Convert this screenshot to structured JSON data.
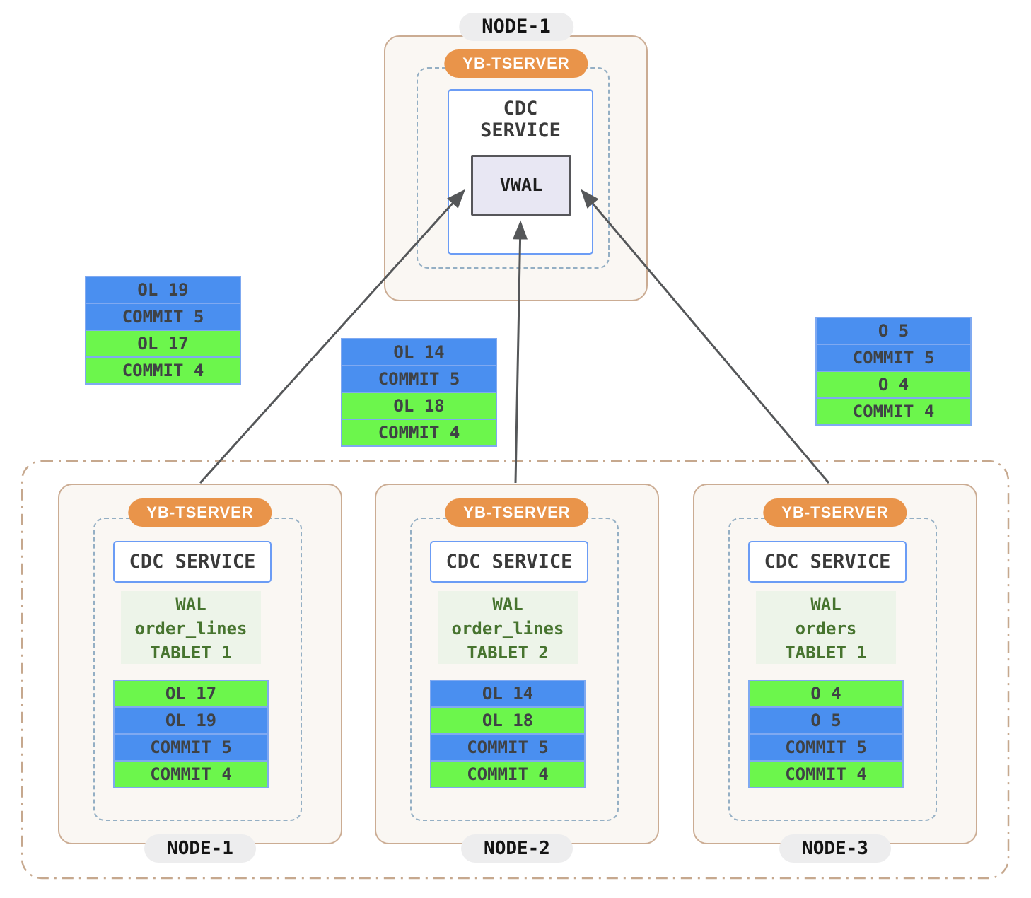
{
  "diagram": {
    "top_node": {
      "label": "NODE-1",
      "tserver_badge": "YB-TSERVER",
      "cdc_line1": "CDC",
      "cdc_line2": "SERVICE",
      "vwal_label": "VWAL"
    },
    "floating_stacks": {
      "left": {
        "rows": [
          {
            "label": "OL 19",
            "color": "blue"
          },
          {
            "label": "COMMIT 5",
            "color": "blue"
          },
          {
            "label": "OL 17",
            "color": "green"
          },
          {
            "label": "COMMIT 4",
            "color": "green"
          }
        ]
      },
      "center": {
        "rows": [
          {
            "label": "OL 14",
            "color": "blue"
          },
          {
            "label": "COMMIT 5",
            "color": "blue"
          },
          {
            "label": "OL 18",
            "color": "green"
          },
          {
            "label": "COMMIT 4",
            "color": "green"
          }
        ]
      },
      "right": {
        "rows": [
          {
            "label": "O 5",
            "color": "blue"
          },
          {
            "label": "COMMIT 5",
            "color": "blue"
          },
          {
            "label": "O 4",
            "color": "green"
          },
          {
            "label": "COMMIT 4",
            "color": "green"
          }
        ]
      }
    },
    "cluster_nodes": [
      {
        "label": "NODE-1",
        "tserver_badge": "YB-TSERVER",
        "cdc_label": "CDC SERVICE",
        "wal_lines": [
          "WAL",
          "order_lines",
          "TABLET 1"
        ],
        "rows": [
          {
            "label": "OL 17",
            "color": "green"
          },
          {
            "label": "OL 19",
            "color": "blue"
          },
          {
            "label": "COMMIT 5",
            "color": "blue"
          },
          {
            "label": "COMMIT 4",
            "color": "green"
          }
        ]
      },
      {
        "label": "NODE-2",
        "tserver_badge": "YB-TSERVER",
        "cdc_label": "CDC SERVICE",
        "wal_lines": [
          "WAL",
          "order_lines",
          "TABLET 2"
        ],
        "rows": [
          {
            "label": "OL 14",
            "color": "blue"
          },
          {
            "label": "OL 18",
            "color": "green"
          },
          {
            "label": "COMMIT 5",
            "color": "blue"
          },
          {
            "label": "COMMIT 4",
            "color": "green"
          }
        ]
      },
      {
        "label": "NODE-3",
        "tserver_badge": "YB-TSERVER",
        "cdc_label": "CDC SERVICE",
        "wal_lines": [
          "WAL",
          "orders",
          "TABLET 1"
        ],
        "rows": [
          {
            "label": "O 4",
            "color": "green"
          },
          {
            "label": "O 5",
            "color": "blue"
          },
          {
            "label": "COMMIT 5",
            "color": "blue"
          },
          {
            "label": "COMMIT 4",
            "color": "green"
          }
        ]
      }
    ],
    "colors": {
      "blue_block": "#4a8ff0",
      "green_block": "#6cf64c",
      "block_border": "#7fa9f1",
      "orange_badge": "#e9944a",
      "node_border": "#cbac93",
      "dashed_border": "#94afc4",
      "cdc_border": "#6b9cf5",
      "vwal_bg": "#e8e7f3",
      "wal_bg": "#edf4e9",
      "wal_text": "#47742f",
      "arrow": "#555759"
    }
  }
}
